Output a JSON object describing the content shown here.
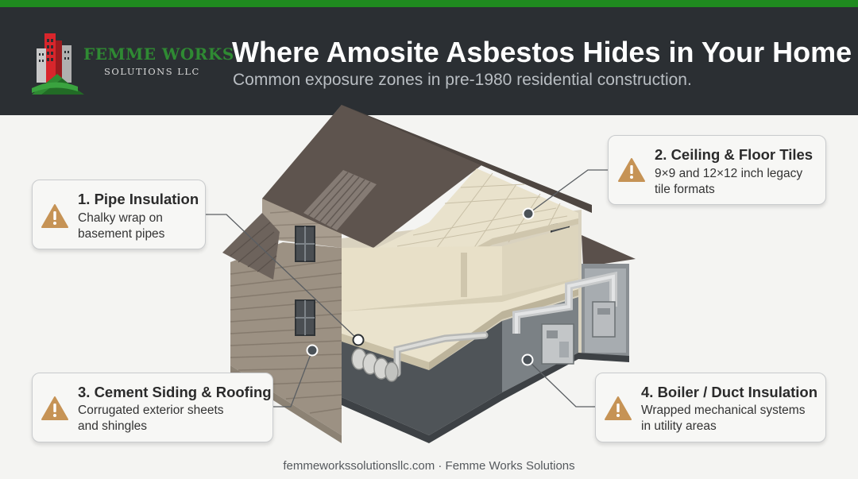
{
  "brand": {
    "name": "FEMME WORKS",
    "tagline": "SOLUTIONS LLC"
  },
  "header": {
    "title": "Where Amosite Asbestos Hides in Your Home",
    "subtitle": "Common exposure zones in pre-1980 residential construction."
  },
  "callouts": [
    {
      "title": "1. Pipe Insulation",
      "lines": [
        "Chalky wrap on",
        "basement pipes"
      ],
      "icon": "warning-icon"
    },
    {
      "title": "2. Ceiling & Floor Tiles",
      "lines": [
        "9×9 and 12×12 inch legacy",
        "tile formats"
      ],
      "icon": "warning-icon"
    },
    {
      "title": "3. Cement Siding & Roofing",
      "lines": [
        "Corrugated exterior sheets",
        "and shingles"
      ],
      "icon": "warning-icon"
    },
    {
      "title": "4. Boiler / Duct Insulation",
      "lines": [
        "Wrapped mechanical systems",
        "in utility areas"
      ],
      "icon": "warning-icon"
    }
  ],
  "footer": {
    "text": "femmeworkssolutionsllc.com · Femme Works Solutions"
  },
  "colors": {
    "brand_green": "#2f8a33",
    "top_bar": "#1f8a1f",
    "header_bg": "#2b2f33",
    "warning_fill": "#c69355",
    "roof": "#5e544e",
    "siding": "#9e9384"
  }
}
